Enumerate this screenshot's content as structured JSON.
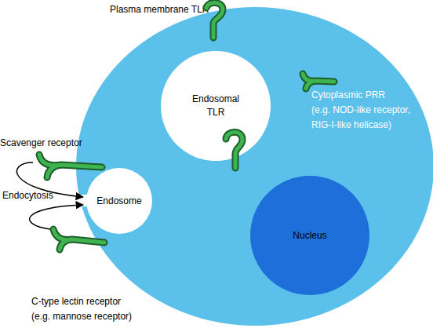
{
  "diagram": {
    "nodes": [
      {
        "text": [
          "Endosomal TLR"
        ]
      },
      {
        "text": [
          "Endosome"
        ]
      },
      {
        "text": [
          "Nucleus"
        ]
      }
    ],
    "labels": [
      "Plasma membrane TLR",
      "Scavenger receptor",
      "Endocytosis",
      "C-type lectin receptor (e.g. mannose receptor)",
      "Cytoplasmic PRR (e.g. NOD-like receptor, RIG-I-like helicase)"
    ]
  }
}
